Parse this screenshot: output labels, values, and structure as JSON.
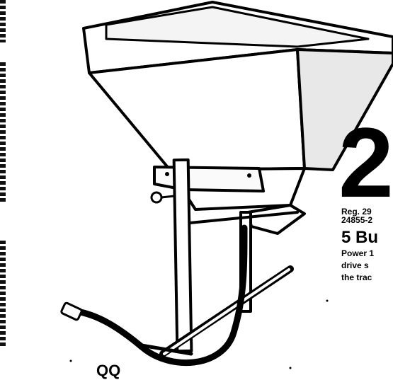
{
  "ad": {
    "big_number": "2",
    "reg_line1": "Reg. 29",
    "reg_line2": "24855-2",
    "headline": "5 Bu",
    "desc_lines": [
      "Power 1",
      "drive s",
      "the trac"
    ],
    "bottom_mark": "QQ"
  },
  "illustration": {
    "subject": "three-point hitch broadcast spreader with hopper and hydraulic hose",
    "icon": "spreader-icon"
  }
}
